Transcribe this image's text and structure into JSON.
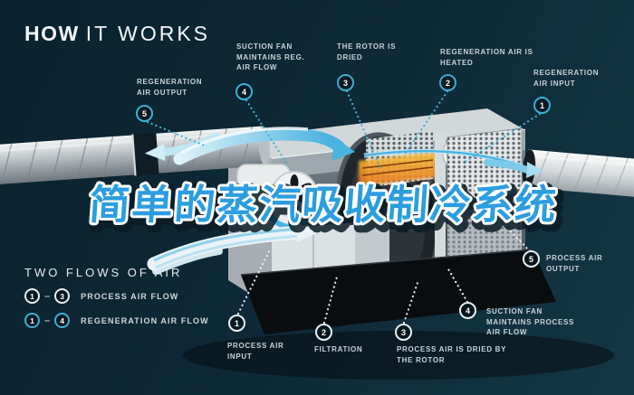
{
  "title": {
    "primary": "HOW",
    "secondary": "IT WORKS"
  },
  "overlay_title": "简单的蒸汽吸收制冷系统",
  "legend": {
    "title": "TWO FLOWS OF AIR",
    "separator": "–",
    "rows": [
      {
        "from": "1",
        "to": "3",
        "label": "PROCESS AIR FLOW"
      },
      {
        "from": "1",
        "to": "4",
        "label": "REGENERATION AIR FLOW"
      }
    ]
  },
  "callouts": {
    "regeneration": [
      {
        "num": "1",
        "label": "REGENERATION AIR INPUT"
      },
      {
        "num": "2",
        "label": "REGENERATION AIR IS HEATED"
      },
      {
        "num": "3",
        "label": "THE ROTOR IS DRIED"
      },
      {
        "num": "4",
        "label": "SUCTION FAN MAINTAINS REG. AIR FLOW"
      },
      {
        "num": "5",
        "label": "REGENERATION AIR OUTPUT"
      }
    ],
    "process": [
      {
        "num": "1",
        "label": "PROCESS AIR INPUT"
      },
      {
        "num": "2",
        "label": "FILTRATION"
      },
      {
        "num": "3",
        "label": "PROCESS AIR IS DRIED BY THE ROTOR"
      },
      {
        "num": "4",
        "label": "SUCTION FAN MAINTAINS PROCESS AIR FLOW"
      },
      {
        "num": "5",
        "label": "PROCESS AIR OUTPUT"
      }
    ]
  },
  "colors": {
    "background": "#0d2836",
    "accent_regeneration": "#3aafd1",
    "accent_process": "#e9eff2",
    "overlay_text": "#2b9de0",
    "heater": "#ef8a2a"
  }
}
